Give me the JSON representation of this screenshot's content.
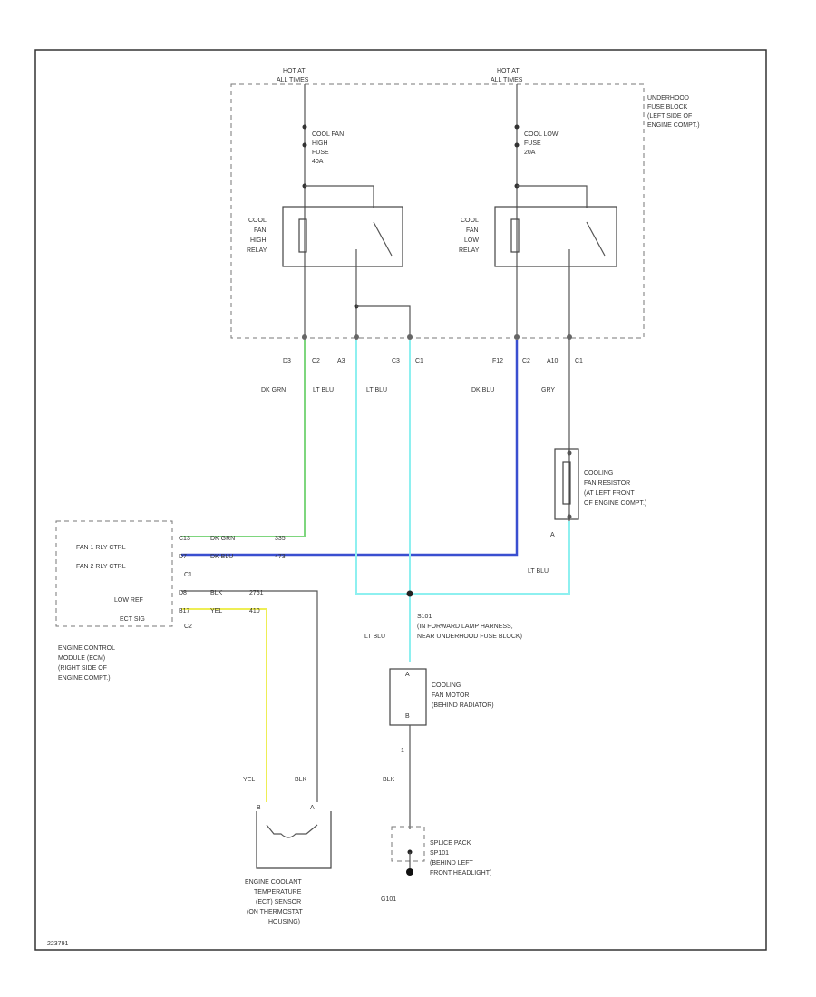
{
  "colors": {
    "green": "#7ed67e",
    "light_blue": "#8ef0f0",
    "dark_blue": "#3a4fd0",
    "yellow": "#eeee55",
    "gray": "#555555"
  },
  "power": {
    "left": [
      "HOT AT",
      "ALL TIMES"
    ],
    "right": [
      "HOT AT",
      "ALL TIMES"
    ]
  },
  "fuse_block_label": [
    "UNDERHOOD",
    "FUSE BLOCK",
    "(LEFT SIDE OF",
    "ENGINE COMPT.)"
  ],
  "fuses": {
    "high": [
      "COOL FAN",
      "HIGH",
      "FUSE",
      "40A"
    ],
    "low": [
      "COOL LOW",
      "FUSE",
      "20A"
    ]
  },
  "relays": {
    "high": [
      "COOL",
      "FAN",
      "HIGH",
      "RELAY"
    ],
    "low": [
      "COOL",
      "FAN",
      "LOW",
      "RELAY"
    ]
  },
  "connector_labels": {
    "c1": [
      "D3",
      "C2"
    ],
    "c2": [
      "A3"
    ],
    "c3": [
      "C3",
      "C1"
    ],
    "c4": [
      "F12",
      "C2"
    ],
    "c5": [
      "A10",
      "C1"
    ]
  },
  "wire_colors": {
    "dk_grn": "DK GRN",
    "lt_blu_1": "LT BLU",
    "lt_blu_2": "LT BLU",
    "dk_blu": "DK BLU",
    "gry": "GRY",
    "lt_blu_3": "LT BLU",
    "lt_blu_4": "LT BLU",
    "yel": "YEL",
    "blk_1": "BLK",
    "blk_2": "BLK"
  },
  "resistor": {
    "label": [
      "COOLING",
      "FAN RESISTOR",
      "(AT LEFT FRONT",
      "OF ENGINE COMPT.)"
    ],
    "pin": "A"
  },
  "ecm": {
    "pins": [
      {
        "pin": "C13",
        "wire": "DK GRN",
        "circuit": "335"
      },
      {
        "pin": "D7",
        "wire": "DK BLU",
        "circuit": "473"
      },
      {
        "pin": "D8",
        "wire": "BLK",
        "circuit": "2761"
      },
      {
        "pin": "B17",
        "wire": "YEL",
        "circuit": "410"
      }
    ],
    "signals": [
      "FAN 1 RLY CTRL",
      "FAN 2 RLY CTRL",
      "LOW REF",
      "ECT SIG"
    ],
    "connectors": [
      "C1",
      "C2"
    ],
    "label": [
      "ENGINE CONTROL",
      "MODULE (ECM)",
      "(RIGHT SIDE OF",
      "ENGINE COMPT.)"
    ]
  },
  "splice": {
    "id": "S101",
    "label": [
      "(IN FORWARD LAMP HARNESS,",
      "NEAR UNDERHOOD FUSE BLOCK)"
    ]
  },
  "motor": {
    "label": [
      "COOLING",
      "FAN MOTOR",
      "(BEHIND RADIATOR)"
    ],
    "pin_a": "A",
    "pin_b": "B",
    "wire_num": "1"
  },
  "sensor": {
    "pin_b": "B",
    "pin_a": "A",
    "label": [
      "ENGINE COOLANT",
      "TEMPERATURE",
      "(ECT) SENSOR",
      "(ON THERMOSTAT",
      "HOUSING)"
    ]
  },
  "splice_pack": {
    "label": [
      "SPLICE PACK",
      "SP101",
      "(BEHIND LEFT",
      "FRONT HEADLIGHT)"
    ]
  },
  "ground": "G101",
  "figure_id": "223791"
}
